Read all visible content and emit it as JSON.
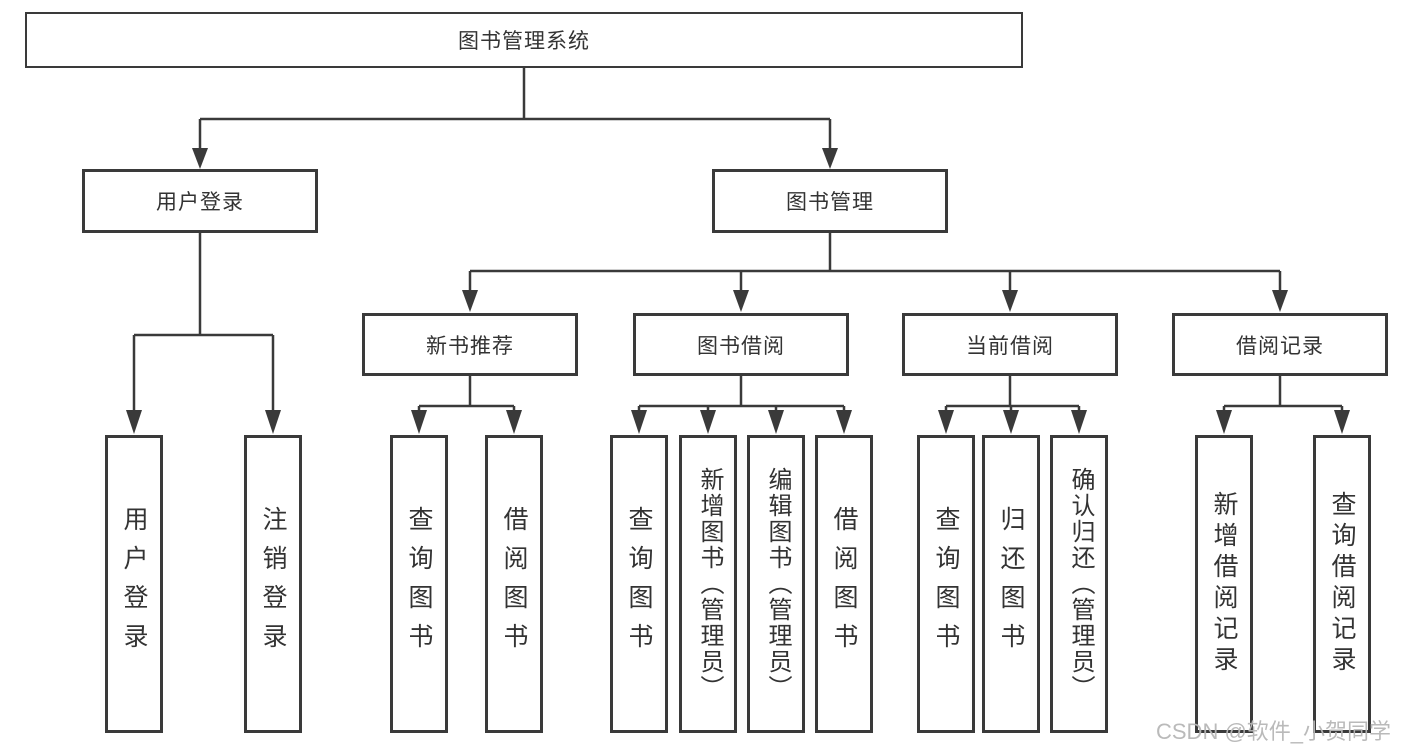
{
  "diagram": {
    "type": "hierarchy",
    "structure": {
      "图书管理系统": {
        "用户登录": [
          "用户登录",
          "注销登录"
        ],
        "图书管理": {
          "新书推荐": [
            "查询图书",
            "借阅图书"
          ],
          "图书借阅": [
            "查询图书",
            "新增图书（管理员）",
            "编辑图书（管理员）",
            "借阅图书"
          ],
          "当前借阅": [
            "查询图书",
            "归还图书",
            "确认归还（管理员）"
          ],
          "借阅记录": [
            "新增借阅记录",
            "查询借阅记录"
          ]
        }
      }
    }
  },
  "nodes": {
    "root": "图书管理系统",
    "user_login": "用户登录",
    "book_mgmt": "图书管理",
    "new_book_rec": "新书推荐",
    "book_borrow": "图书借阅",
    "current_borrow": "当前借阅",
    "borrow_record": "借阅记录",
    "leaf_user_login": "用户登录",
    "leaf_logout": "注销登录",
    "rec_query_books": "查询图书",
    "rec_borrow_books": "借阅图书",
    "bb_query_books": "查询图书",
    "bb_add_books": "新增图书（管理员）",
    "bb_edit_books": "编辑图书（管理员）",
    "bb_borrow_books": "借阅图书",
    "cb_query_books": "查询图书",
    "cb_return_books": "归还图书",
    "cb_confirm_return": "确认归还（管理员）",
    "br_add_record": "新增借阅记录",
    "br_query_record": "查询借阅记录"
  },
  "colors": {
    "line": "#3a3a3a",
    "text": "#333333",
    "background": "#ffffff",
    "watermark": "#b6b6b6"
  },
  "watermark": "CSDN @软件_小贺同学"
}
